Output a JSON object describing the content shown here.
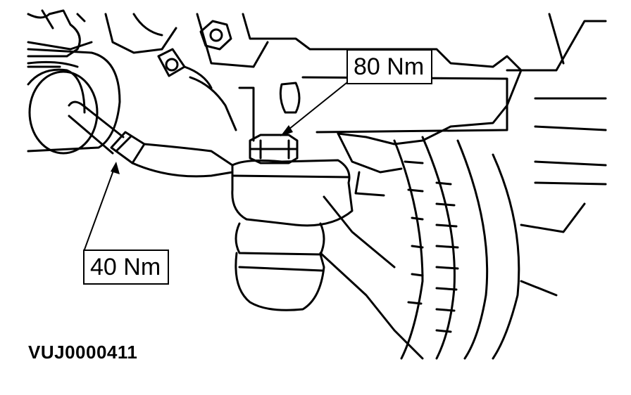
{
  "callouts": {
    "upper_torque": "80 Nm",
    "lower_torque": "40 Nm"
  },
  "figure_id": "VUJ0000411",
  "colors": {
    "line": "#000000",
    "background": "#ffffff"
  }
}
